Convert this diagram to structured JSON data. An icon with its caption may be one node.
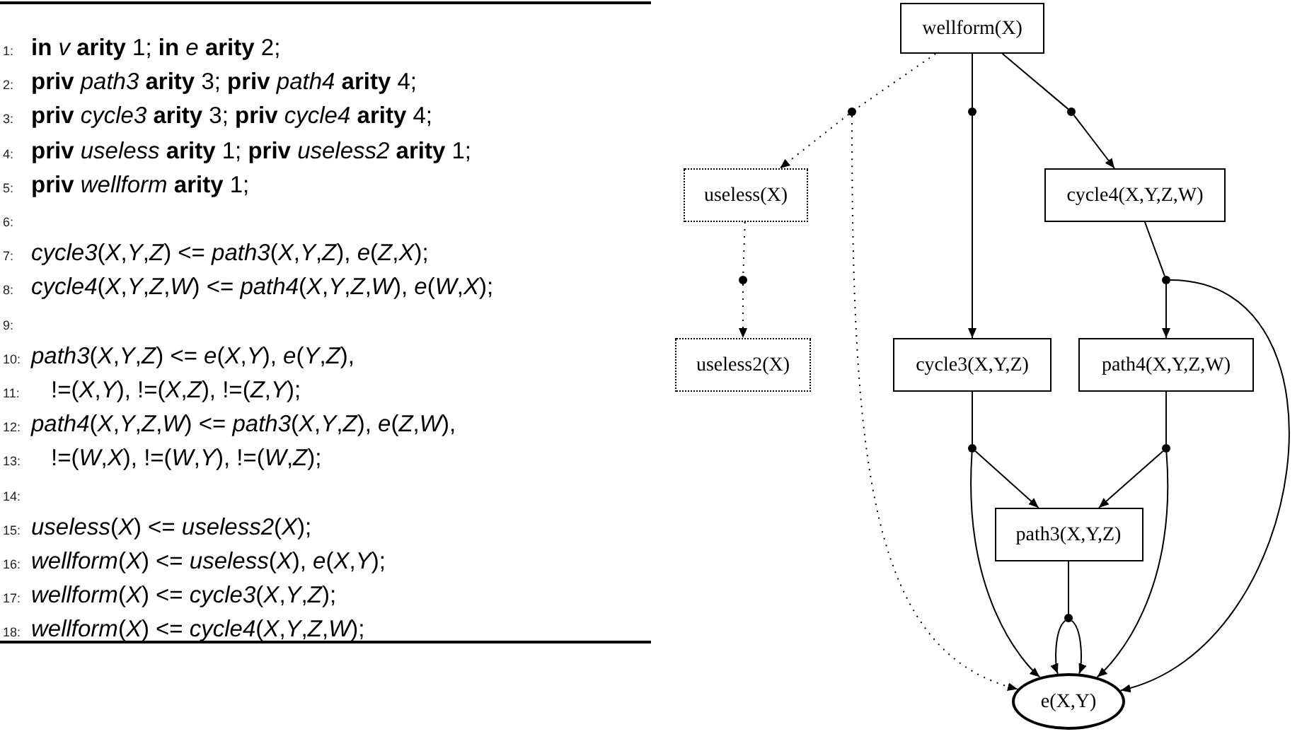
{
  "diagram": {
    "nodes": [
      {
        "text": [
          "wellform(X)"
        ]
      },
      {
        "text": [],
        "shape": "circle"
      },
      {
        "text": [],
        "shape": "circle"
      },
      {
        "text": [],
        "shape": "circle"
      },
      {
        "text": [
          "useless(X)"
        ]
      },
      {
        "text": [
          "cycle4(X,Y,Z,W)"
        ]
      },
      {
        "text": [],
        "shape": "circle"
      },
      {
        "text": [],
        "shape": "circle"
      },
      {
        "text": [
          "useless2(X)"
        ]
      },
      {
        "text": [
          "cycle3(X,Y,Z)"
        ]
      },
      {
        "text": [
          "path4(X,Y,Z,W)"
        ]
      },
      {
        "text": [],
        "shape": "circle"
      },
      {
        "text": [],
        "shape": "circle"
      },
      {
        "text": [
          "path3(X,Y,Z)"
        ]
      },
      {
        "text": [],
        "shape": "circle"
      },
      {
        "text": [
          "e(X,Y)"
        ]
      }
    ],
    "edges": [
      {
        "from": 0,
        "to": 1,
        "arrow": "none",
        "style": "dashed"
      },
      {
        "from": 1,
        "to": 4,
        "arrow": "to",
        "style": "dashed"
      },
      {
        "from": 1,
        "to": 15,
        "arrow": "to",
        "style": "dashed"
      },
      {
        "from": 0,
        "to": 2,
        "arrow": "none"
      },
      {
        "from": 2,
        "to": 9,
        "arrow": "to"
      },
      {
        "from": 0,
        "to": 3,
        "arrow": "none"
      },
      {
        "from": 3,
        "to": 5,
        "arrow": "to"
      },
      {
        "from": 4,
        "to": 6,
        "arrow": "none",
        "style": "dashed"
      },
      {
        "from": 6,
        "to": 8,
        "arrow": "to",
        "style": "dashed"
      },
      {
        "from": 5,
        "to": 7,
        "arrow": "none"
      },
      {
        "from": 7,
        "to": 10,
        "arrow": "to"
      },
      {
        "from": 7,
        "to": 15,
        "arrow": "to"
      },
      {
        "from": 9,
        "to": 11,
        "arrow": "none"
      },
      {
        "from": 11,
        "to": 13,
        "arrow": "to"
      },
      {
        "from": 11,
        "to": 15,
        "arrow": "to"
      },
      {
        "from": 10,
        "to": 12,
        "arrow": "none"
      },
      {
        "from": 12,
        "to": 13,
        "arrow": "to"
      },
      {
        "from": 12,
        "to": 15,
        "arrow": "to"
      },
      {
        "from": 13,
        "to": 14,
        "arrow": "none"
      },
      {
        "from": 14,
        "to": 15,
        "arrow": "to"
      },
      {
        "from": 14,
        "to": 15,
        "arrow": "to"
      }
    ],
    "labels": [
      "1:",
      "**in** *v* **arity** 1; **in** *e* **arity** 2;",
      "2:",
      "**priv** *path3* **arity** 3; **priv** *path4* **arity** 4;",
      "3:",
      "**priv** *cycle3* **arity** 3; **priv** *cycle4* **arity** 4;",
      "4:",
      "**priv** *useless* **arity** 1; **priv** *useless2* **arity** 1;",
      "5:",
      "**priv** *wellform* **arity** 1;",
      "6:",
      "7:",
      "*cycle3*(*X*,*Y*,*Z*) <= *path3*(*X*,*Y*,*Z*), *e*(*Z*,*X*);",
      "8:",
      "*cycle4*(*X*,*Y*,*Z*,*W*) <= *path4*(*X*,*Y*,*Z*,*W*), *e*(*W*,*X*);",
      "9:",
      "10:",
      "*path3*(*X*,*Y*,*Z*) <= *e*(*X*,*Y*), *e*(*Y*,*Z*),",
      "11:",
      "!=(*X*,*Y*), !=(*X*,*Z*), !=(*Z*,*Y*);",
      "12:",
      "*path4*(*X*,*Y*,*Z*,*W*) <= *path3*(*X*,*Y*,*Z*), *e*(*Z*,*W*),",
      "13:",
      "!=(*W*,*X*), !=(*W*,*Y*), !=(*W*,*Z*);",
      "14:",
      "15:",
      "*useless*(*X*) <= *useless2*(*X*);",
      "16:",
      "*wellform*(*X*) <= *useless*(*X*), *e*(*X*,*Y*);",
      "17:",
      "*wellform*(*X*) <= *cycle3*(*X*,*Y*,*Z*);",
      "18:",
      "*wellform*(*X*) <= *cycle4*(*X*,*Y*,*Z*,*W*);"
    ]
  }
}
